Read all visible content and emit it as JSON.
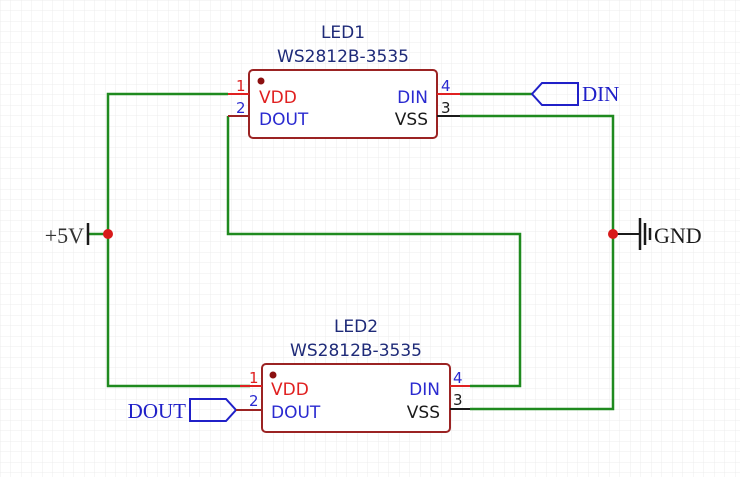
{
  "colors": {
    "wire": "#1f8a1f",
    "body": "#9b2323",
    "junction": "#d81a1a",
    "pin_power": "#e02020",
    "pin_signal": "#2a2ad0",
    "pin_ground": "#1a1a1a",
    "designator": "#1e2a78",
    "netlabel": "#2020c8",
    "grid": "#ececec"
  },
  "components": [
    {
      "designator": "LED1",
      "value": "WS2812B-3535",
      "pins": {
        "p1": {
          "num": "1",
          "name": "VDD"
        },
        "p2": {
          "num": "2",
          "name": "DOUT"
        },
        "p4": {
          "num": "4",
          "name": "DIN"
        },
        "p3": {
          "num": "3",
          "name": "VSS"
        }
      }
    },
    {
      "designator": "LED2",
      "value": "WS2812B-3535",
      "pins": {
        "p1": {
          "num": "1",
          "name": "VDD"
        },
        "p2": {
          "num": "2",
          "name": "DOUT"
        },
        "p4": {
          "num": "4",
          "name": "DIN"
        },
        "p3": {
          "num": "3",
          "name": "VSS"
        }
      }
    }
  ],
  "ports": {
    "din": "DIN",
    "dout": "DOUT"
  },
  "power": {
    "vcc": "+5V",
    "gnd": "GND"
  }
}
